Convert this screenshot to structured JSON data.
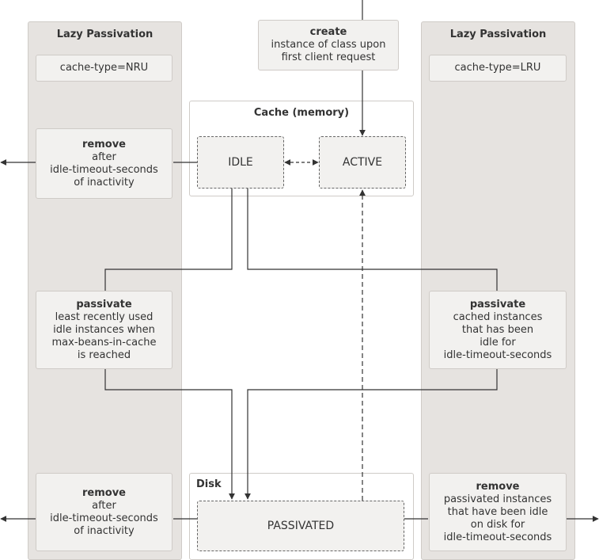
{
  "left_column": {
    "title": "Lazy Passivation",
    "cache_type": "cache-type=NRU",
    "remove_top": {
      "title": "remove",
      "lines": [
        "after",
        "idle-timeout-seconds",
        "of inactivity"
      ]
    },
    "passivate": {
      "title": "passivate",
      "lines": [
        "least recently used",
        "idle instances when",
        "max-beans-in-cache",
        "is reached"
      ]
    },
    "remove_bottom": {
      "title": "remove",
      "lines": [
        "after",
        "idle-timeout-seconds",
        "of inactivity"
      ]
    }
  },
  "right_column": {
    "title": "Lazy Passivation",
    "cache_type": "cache-type=LRU",
    "passivate": {
      "title": "passivate",
      "lines": [
        "cached instances",
        "that has been",
        "idle for",
        "idle-timeout-seconds"
      ]
    },
    "remove": {
      "title": "remove",
      "lines": [
        "passivated instances",
        "that have been idle",
        "on disk for",
        "idle-timeout-seconds"
      ]
    }
  },
  "create": {
    "title": "create",
    "lines": [
      "instance of class upon",
      "first client request"
    ]
  },
  "cache": {
    "title": "Cache (memory)",
    "idle": "IDLE",
    "active": "ACTIVE"
  },
  "disk": {
    "title": "Disk",
    "passivated": "PASSIVATED"
  },
  "colors": {
    "panel": "#e6e3e0",
    "box": "#f2f1ef",
    "line": "#333333"
  }
}
